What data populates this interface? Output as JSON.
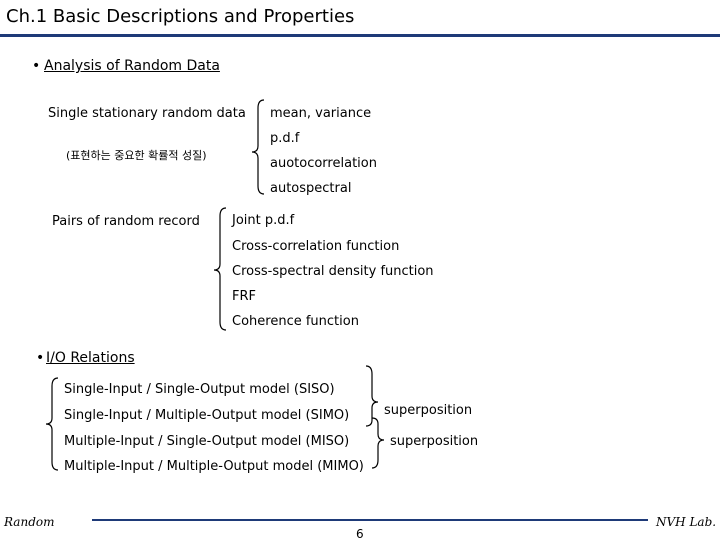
{
  "title": "Ch.1 Basic Descriptions and Properties",
  "section1": {
    "bullet": "•",
    "heading": "Analysis of Random Data",
    "single_label": "Single stationary random data",
    "korean_note": "(표현하는 중요한 확률적 성질)",
    "single_items": [
      "mean, variance",
      "p.d.f",
      "auotocorrelation",
      "autospectral"
    ],
    "pairs_label": "Pairs of random record",
    "pairs_items": [
      "Joint p.d.f",
      "Cross-correlation function",
      "Cross-spectral density function",
      "FRF",
      "Coherence function"
    ]
  },
  "section2": {
    "bullet": "•",
    "heading": "I/O Relations",
    "models": [
      "Single-Input / Single-Output model (SISO)",
      "Single-Input / Multiple-Output model (SIMO)",
      "Multiple-Input / Single-Output model (MISO)",
      "Multiple-Input / Multiple-Output model (MIMO)"
    ],
    "notes": [
      "superposition",
      "superposition"
    ]
  },
  "footer": {
    "left": "Random",
    "right": "NVH Lab.",
    "page": "6"
  }
}
